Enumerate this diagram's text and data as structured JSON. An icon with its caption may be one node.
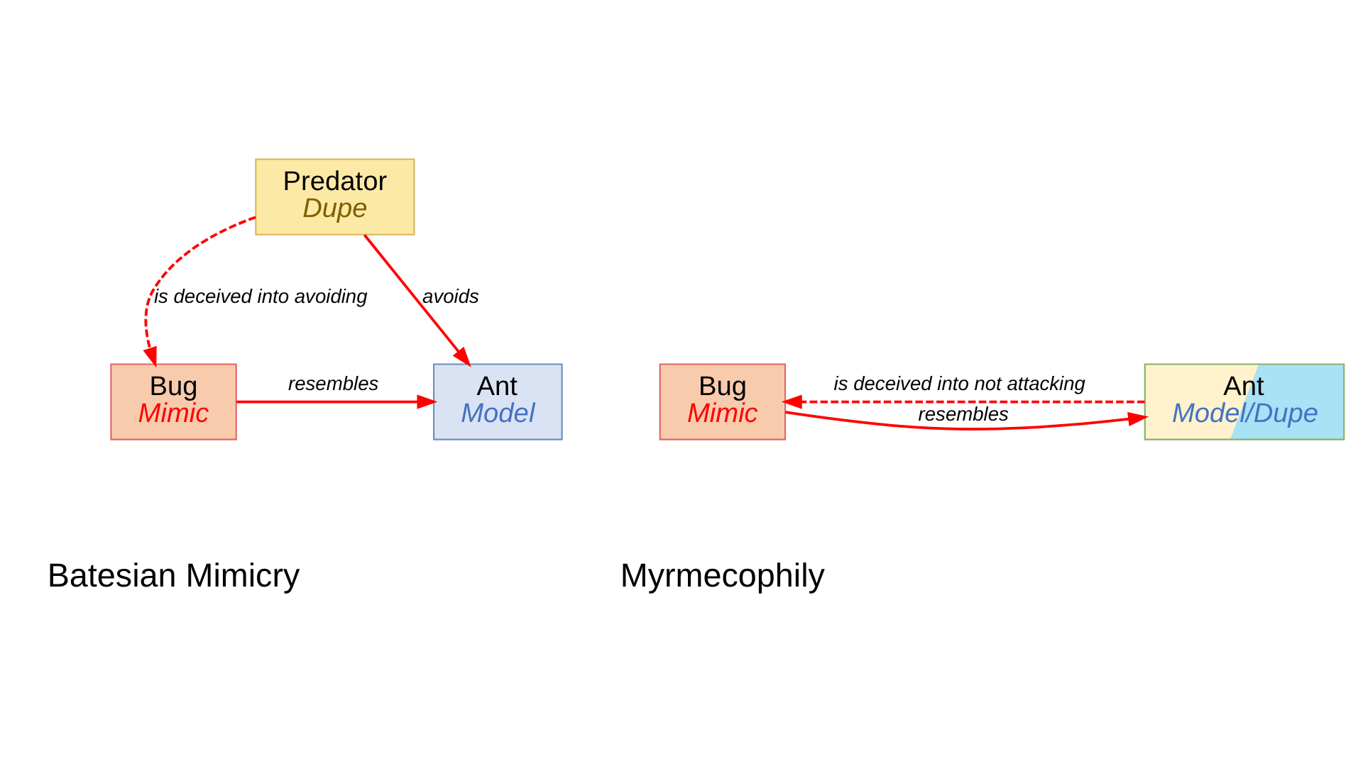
{
  "diagram": {
    "nodes": [
      {
        "text": [
          "Predator",
          "Dupe"
        ]
      },
      {
        "text": [
          "Bug",
          "Mimic"
        ]
      },
      {
        "text": [
          "Ant",
          "Model"
        ]
      },
      {
        "text": [
          "Bug",
          "Mimic"
        ]
      },
      {
        "text": [
          "Ant",
          "Model/Dupe"
        ]
      }
    ],
    "edges": [
      {
        "from": 0,
        "to": 1,
        "arrow": "to",
        "label": "is deceived into avoiding",
        "style": "dashed"
      },
      {
        "from": 0,
        "to": 2,
        "arrow": "to",
        "label": "avoids"
      },
      {
        "from": 1,
        "to": 2,
        "arrow": "to",
        "label": "resembles"
      },
      {
        "from": 3,
        "to": 4,
        "arrow": "to",
        "label": "resembles"
      },
      {
        "from": 4,
        "to": 3,
        "arrow": "to",
        "label": "is deceived into not attacking",
        "style": "dashed"
      }
    ],
    "labels": [
      "Batesian Mimicry",
      "Myrmecophily"
    ]
  }
}
